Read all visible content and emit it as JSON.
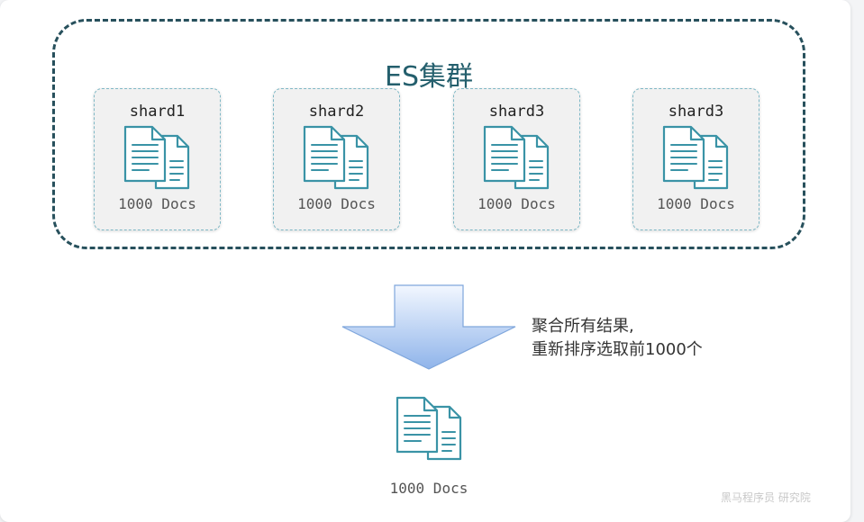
{
  "cluster": {
    "title": "ES集群"
  },
  "shards": [
    {
      "label": "shard1",
      "count": "1000 Docs"
    },
    {
      "label": "shard2",
      "count": "1000 Docs"
    },
    {
      "label": "shard3",
      "count": "1000 Docs"
    },
    {
      "label": "shard3",
      "count": "1000 Docs"
    }
  ],
  "aggregation_note": {
    "line1": "聚合所有结果,",
    "line2": "重新排序选取前1000个"
  },
  "result": {
    "count": "1000 Docs"
  },
  "watermark": "黑马程序员 研究院",
  "colors": {
    "cluster_border": "#27505c",
    "title": "#245f6d",
    "shard_border": "#7fb8c6",
    "icon_stroke": "#3a93a6",
    "arrow_top": "#f2f7ff",
    "arrow_bottom": "#8fb4ea"
  },
  "icons": [
    "documents-icon",
    "down-arrow"
  ]
}
